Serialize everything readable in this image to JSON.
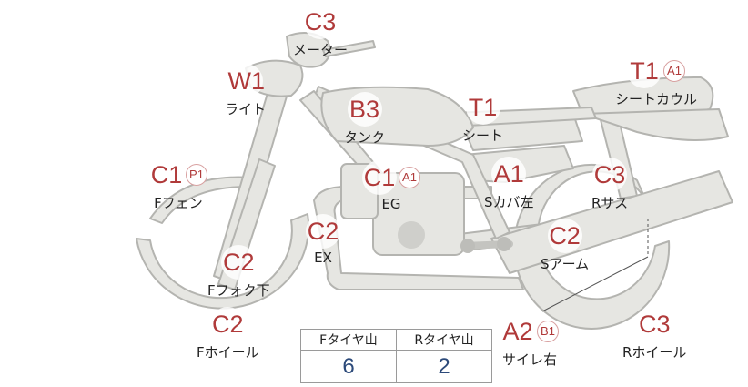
{
  "parts": [
    {
      "id": "meter",
      "codes": [
        "C3"
      ],
      "label": "メーター"
    },
    {
      "id": "light",
      "codes": [
        "W1"
      ],
      "label": "ライト"
    },
    {
      "id": "tank",
      "codes": [
        "B3"
      ],
      "label": "タンク"
    },
    {
      "id": "seat",
      "codes": [
        "T1"
      ],
      "label": "シート"
    },
    {
      "id": "seat-cowl",
      "codes": [
        "T1",
        "A1"
      ],
      "label": "シートカウル"
    },
    {
      "id": "f-fender",
      "codes": [
        "C1",
        "P1"
      ],
      "label": "Fフェン"
    },
    {
      "id": "engine",
      "codes": [
        "C1",
        "A1"
      ],
      "label": "EG"
    },
    {
      "id": "s-cover-left",
      "codes": [
        "A1"
      ],
      "label": "Sカバ左"
    },
    {
      "id": "r-suspension",
      "codes": [
        "C3"
      ],
      "label": "Rサス"
    },
    {
      "id": "exhaust",
      "codes": [
        "C2"
      ],
      "label": "EX"
    },
    {
      "id": "swingarm",
      "codes": [
        "C2"
      ],
      "label": "Sアーム"
    },
    {
      "id": "f-fork-lower",
      "codes": [
        "C2"
      ],
      "label": "Fフォク下"
    },
    {
      "id": "f-wheel",
      "codes": [
        "C2"
      ],
      "label": "Fホイール"
    },
    {
      "id": "silencer-right",
      "codes": [
        "A2",
        "B1"
      ],
      "label": "サイレ右"
    },
    {
      "id": "r-wheel",
      "codes": [
        "C3"
      ],
      "label": "Rホイール"
    }
  ],
  "tyre_table": {
    "front_header": "Fタイヤ山",
    "rear_header": "Rタイヤ山",
    "front_value": "6",
    "rear_value": "2"
  }
}
